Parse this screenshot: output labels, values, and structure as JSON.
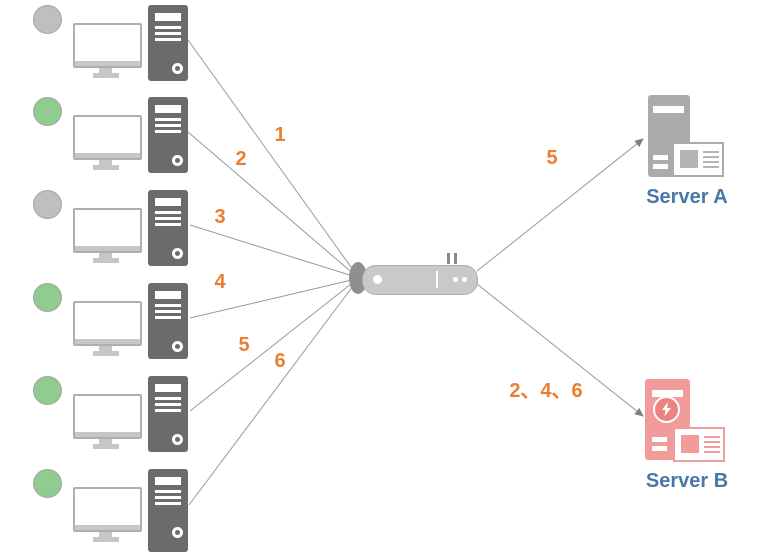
{
  "diagram": {
    "type": "load-balancing-network-diagram",
    "clients": [
      {
        "name": "client-1",
        "status": "gray",
        "dot_color": "#BFBFBF"
      },
      {
        "name": "client-2",
        "status": "green",
        "dot_color": "#90CB90"
      },
      {
        "name": "client-3",
        "status": "gray",
        "dot_color": "#BFBFBF"
      },
      {
        "name": "client-4",
        "status": "green",
        "dot_color": "#90CB90"
      },
      {
        "name": "client-5",
        "status": "green",
        "dot_color": "#90CB90"
      },
      {
        "name": "client-6",
        "status": "green",
        "dot_color": "#90CB90"
      }
    ],
    "link_labels": [
      {
        "label": "1"
      },
      {
        "label": "2"
      },
      {
        "label": "3"
      },
      {
        "label": "4"
      },
      {
        "label": "5"
      },
      {
        "label": "6"
      }
    ],
    "routes": [
      {
        "label": "5",
        "target": "Server A"
      },
      {
        "label": "2、4、6",
        "target": "Server B"
      }
    ],
    "servers": [
      {
        "label": "Server A"
      },
      {
        "label": "Server B"
      }
    ],
    "colors": {
      "label_orange": "#ED7D31",
      "server_label_blue": "#4878A8",
      "client_tower_gray": "#6B6B6B",
      "server_a_gray": "#ABABAB",
      "server_b_red": "#F29B9B",
      "line_gray": "#999999",
      "dot_gray": "#BFBFBF",
      "dot_green": "#90CB90"
    }
  }
}
